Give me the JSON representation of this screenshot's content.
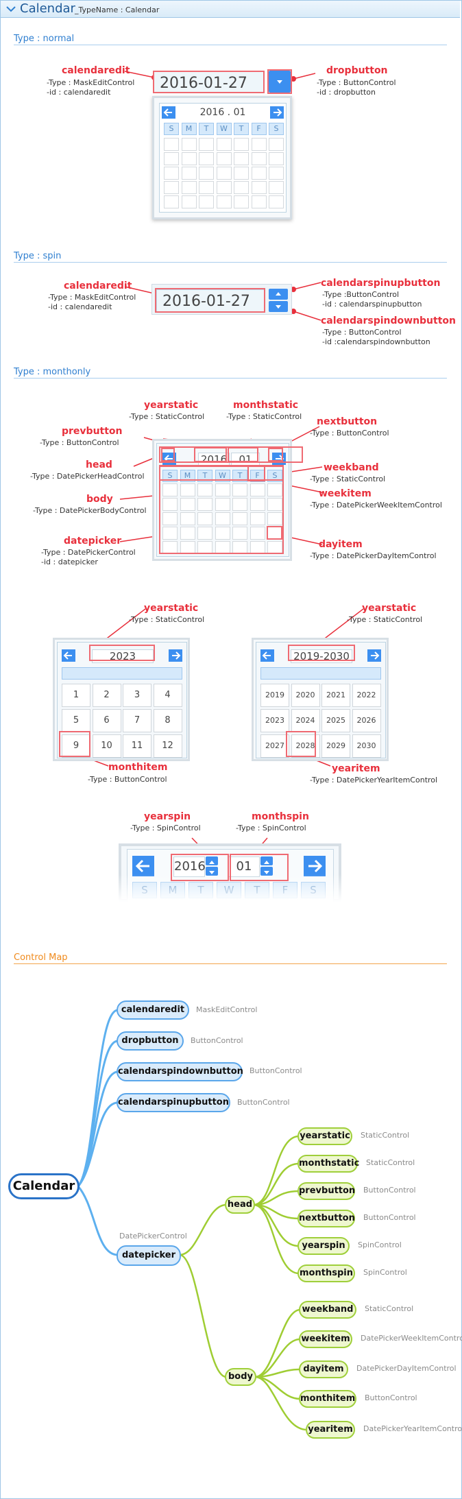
{
  "window": {
    "title": "Calendar",
    "typename": "_TypeName : Calendar"
  },
  "sections": {
    "normal": "Type : normal",
    "spin": "Type : spin",
    "monthonly": "Type : monthonly",
    "control_map": "Control Map"
  },
  "normal": {
    "edit_value": "2016-01-27",
    "head_text": "2016 . 01",
    "weekdays": [
      "S",
      "M",
      "T",
      "W",
      "T",
      "F",
      "S"
    ],
    "labels": {
      "calendaredit": {
        "name": "calendaredit",
        "type": "-Type : MaskEditControl",
        "id": "-id : calendaredit"
      },
      "dropbutton": {
        "name": "dropbutton",
        "type": "-Type : ButtonControl",
        "id": "-id : dropbutton"
      }
    }
  },
  "spin": {
    "edit_value": "2016-01-27",
    "labels": {
      "calendaredit": {
        "name": "calendaredit",
        "type": "-Type : MaskEditControl",
        "id": "-id : calendaredit"
      },
      "spinup": {
        "name": "calendarspinupbutton",
        "type": "-Type :ButtonControl",
        "id": "-id : calendarspinupbutton"
      },
      "spindown": {
        "name": "calendarspindownbutton",
        "type": "-Type : ButtonControl",
        "id": "-id :calendarspindownbutton"
      }
    }
  },
  "monthonly": {
    "year": "2016",
    "month": "01",
    "weekdays": [
      "S",
      "M",
      "T",
      "W",
      "T",
      "F",
      "S"
    ],
    "labels": {
      "yearstatic": {
        "name": "yearstatic",
        "type": "-Type : StaticControl"
      },
      "monthstatic": {
        "name": "monthstatic",
        "type": "-Type : StaticControl"
      },
      "prevbutton": {
        "name": "prevbutton",
        "type": "-Type : ButtonControl"
      },
      "nextbutton": {
        "name": "nextbutton",
        "type": "-Type : ButtonControl"
      },
      "head": {
        "name": "head",
        "type": "-Type : DatePickerHeadControl"
      },
      "weekband": {
        "name": "weekband",
        "type": "-Type : StaticControl"
      },
      "weekitem": {
        "name": "weekitem",
        "type": "-Type : DatePickerWeekItemControl"
      },
      "body": {
        "name": "body",
        "type": "-Type : DatePickerBodyControl"
      },
      "datepicker": {
        "name": "datepicker",
        "type": "-Type : DatePickerControl",
        "id": "-id : datepicker"
      },
      "dayitem": {
        "name": "dayitem",
        "type": "-Type : DatePickerDayItemControl"
      }
    }
  },
  "month_picker": {
    "year": "2023",
    "months": [
      "1",
      "2",
      "3",
      "4",
      "5",
      "6",
      "7",
      "8",
      "9",
      "10",
      "11",
      "12"
    ],
    "labels": {
      "yearstatic": {
        "name": "yearstatic",
        "type": "-Type : StaticControl"
      },
      "monthitem": {
        "name": "monthitem",
        "type": "-Type : ButtonControl"
      }
    }
  },
  "year_picker": {
    "range": "2019-2030",
    "years": [
      "2019",
      "2020",
      "2021",
      "2022",
      "2023",
      "2024",
      "2025",
      "2026",
      "2027",
      "2028",
      "2029",
      "2030"
    ],
    "labels": {
      "yearstatic": {
        "name": "yearstatic",
        "type": "-Type : StaticControl"
      },
      "yearitem": {
        "name": "yearitem",
        "type": "-Type : DatePickerYearItemControl"
      }
    }
  },
  "spin_head": {
    "year": "2016",
    "month": "01",
    "weekdays": [
      "S",
      "M",
      "T",
      "W",
      "T",
      "F",
      "S"
    ],
    "labels": {
      "yearspin": {
        "name": "yearspin",
        "type": "-Type : SpinControl"
      },
      "monthspin": {
        "name": "monthspin",
        "type": "-Type : SpinControl"
      }
    }
  },
  "control_map": {
    "root": "Calendar",
    "top_nodes": [
      {
        "name": "calendaredit",
        "type": "MaskEditControl"
      },
      {
        "name": "dropbutton",
        "type": "ButtonControl"
      },
      {
        "name": "calendarspindownbutton",
        "type": "ButtonControl"
      },
      {
        "name": "calendarspinupbutton",
        "type": "ButtonControl"
      }
    ],
    "datepicker": {
      "name": "datepicker",
      "type": "DatePickerControl"
    },
    "head": {
      "name": "head"
    },
    "body": {
      "name": "body"
    },
    "head_children": [
      {
        "name": "yearstatic",
        "type": "StaticControl"
      },
      {
        "name": "monthstatic",
        "type": "StaticControl"
      },
      {
        "name": "prevbutton",
        "type": "ButtonControl"
      },
      {
        "name": "nextbutton",
        "type": "ButtonControl"
      },
      {
        "name": "yearspin",
        "type": "SpinControl"
      },
      {
        "name": "monthspin",
        "type": "SpinControl"
      }
    ],
    "body_children": [
      {
        "name": "weekband",
        "type": "StaticControl"
      },
      {
        "name": "weekitem",
        "type": "DatePickerWeekItemControl"
      },
      {
        "name": "dayitem",
        "type": "DatePickerDayItemControl"
      },
      {
        "name": "monthitem",
        "type": "ButtonControl"
      },
      {
        "name": "yearitem",
        "type": "DatePickerYearItemControl"
      }
    ]
  }
}
